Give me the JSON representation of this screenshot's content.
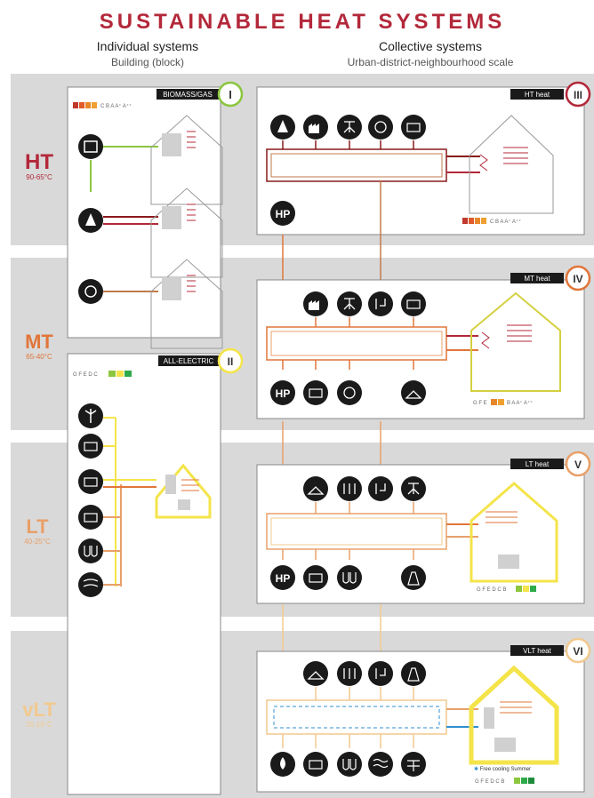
{
  "title": "SUSTAINABLE HEAT SYSTEMS",
  "colors": {
    "title": "#b3283a",
    "band": "#d9d9d9",
    "ht": "#b3283a",
    "ht_line": "#8b1a1a",
    "mt": "#e1763a",
    "lt": "#e8a06a",
    "vlt": "#f2c98f",
    "green": "#8cc63f",
    "yellow": "#f4e44a",
    "blue": "#2f8fd0",
    "dark": "#2a2a2a"
  },
  "headers": {
    "individual_title": "Individual systems",
    "individual_sub": "Building (block)",
    "collective_title": "Collective systems",
    "collective_sub": "Urban-district-neighbourhood scale"
  },
  "levels": [
    {
      "code": "HT",
      "range": "90-65°C"
    },
    {
      "code": "MT",
      "range": "65-40°C"
    },
    {
      "code": "LT",
      "range": "40-25°C"
    },
    {
      "code": "vLT",
      "range": "25-15°C"
    }
  ],
  "panels": {
    "p1": {
      "tag": "BIOMASS/GAS",
      "num": "I"
    },
    "p2": {
      "tag": "ALL-ELECTRIC",
      "num": "II"
    },
    "p3": {
      "tag": "HT heat",
      "num": "III"
    },
    "p4": {
      "tag": "MT heat",
      "num": "IV"
    },
    "p5": {
      "tag": "LT heat",
      "num": "V"
    },
    "p6": {
      "tag": "VLT heat",
      "num": "VI"
    }
  },
  "hp_label": "HP",
  "free_cooling": "Free cooling Summer",
  "energy_labels": [
    "G",
    "F",
    "E",
    "D",
    "C",
    "B",
    "A",
    "A+",
    "A++"
  ]
}
